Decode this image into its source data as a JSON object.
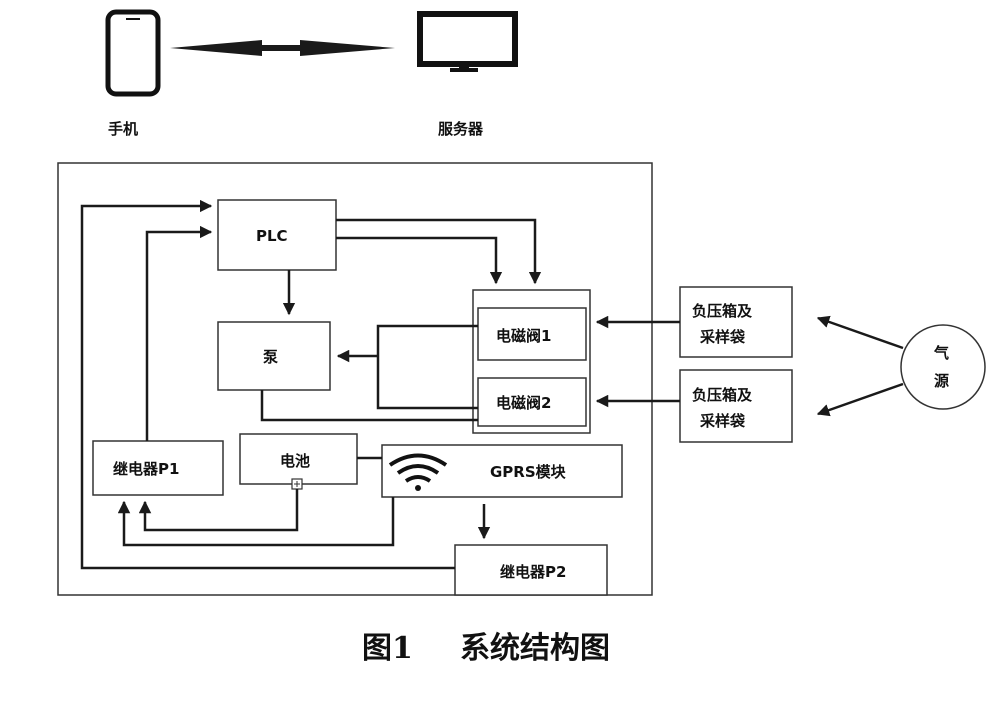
{
  "devices": {
    "phone_label": "手机",
    "server_label": "服务器"
  },
  "system": {
    "plc": "PLC",
    "pump": "泵",
    "valve1": "电磁阀1",
    "valve2": "电磁阀2",
    "battery": "电池",
    "relay_p1": "继电器P1",
    "relay_p2": "继电器P2",
    "gprs": "GPRS模块"
  },
  "external": {
    "box1_line1": "负压箱及",
    "box1_line2": "采样袋",
    "box2_line1": "负压箱及",
    "box2_line2": "采样袋",
    "source_line1": "气",
    "source_line2": "源"
  },
  "caption": {
    "number": "图1",
    "title": "系统结构图"
  },
  "colors": {
    "line": "#1a1a1a",
    "border": "#333333"
  },
  "icons": {
    "phone": "phone-icon",
    "monitor": "monitor-icon",
    "wifi": "wifi-icon"
  }
}
